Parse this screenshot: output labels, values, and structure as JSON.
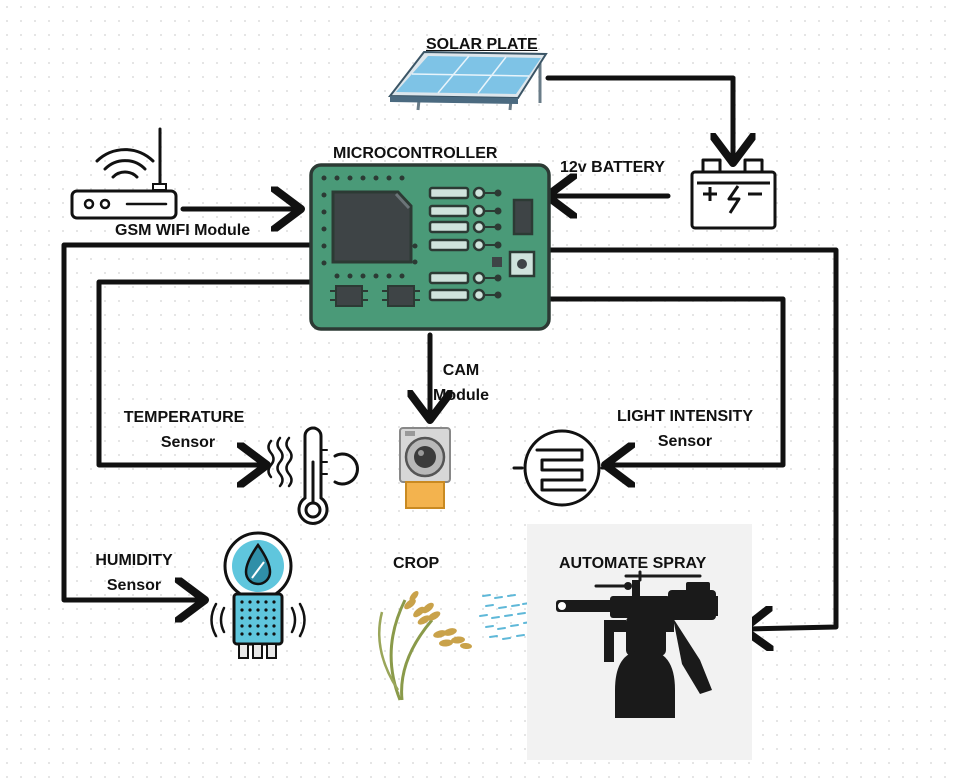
{
  "labels": {
    "solar_plate": "SOLAR PLATE",
    "microcontroller": "MICROCONTROLLER",
    "battery": "12v BATTERY",
    "gsm_wifi": "GSM WIFI Module",
    "cam_line1": "CAM",
    "cam_line2": "Module",
    "temp_line1": "TEMPERATURE",
    "temp_line2": "Sensor",
    "light_line1": "LIGHT INTENSITY",
    "light_line2": "Sensor",
    "humidity_line1": "HUMIDITY",
    "humidity_line2": "Sensor",
    "crop": "CROP",
    "spray": "AUTOMATE SPRAY"
  },
  "icons": {
    "solar": "solar-panel-icon",
    "battery": "battery-icon",
    "router": "wifi-router-icon",
    "board": "circuit-board-icon",
    "camera": "camera-module-icon",
    "thermometer": "thermometer-icon",
    "light": "light-sensor-icon",
    "humidity": "humidity-sensor-icon",
    "crop": "wheat-icon",
    "spray": "spray-gun-icon"
  },
  "colors": {
    "board_green": "#4a9a78",
    "line": "#111111",
    "panel_blue": "#7ec3e6",
    "humidity_blue": "#5fc6dd",
    "wheat": "#c9a24a",
    "spray_dark": "#1a1a1a"
  }
}
